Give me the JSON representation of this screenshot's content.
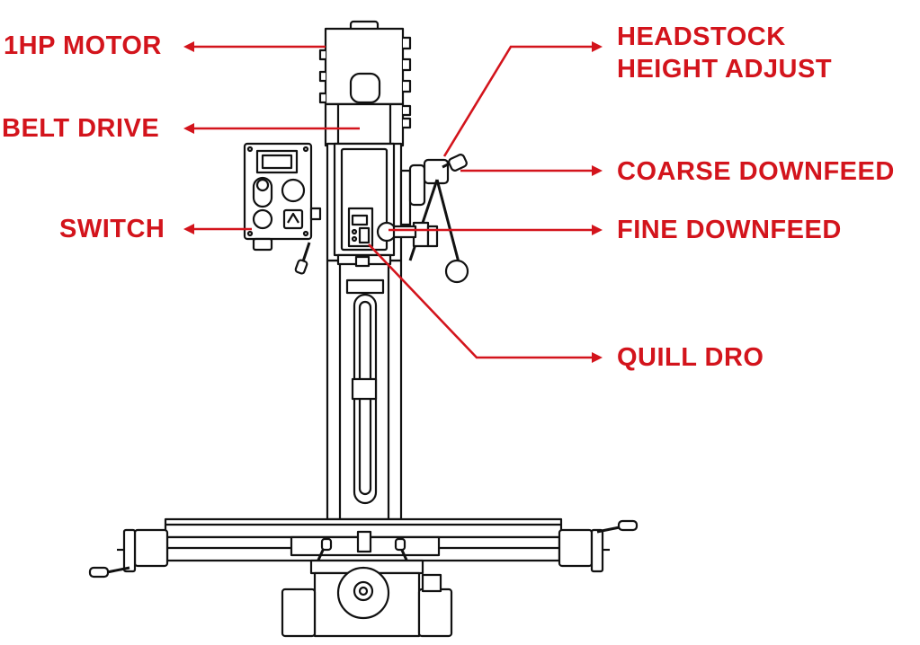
{
  "diagram": {
    "labels": {
      "motor": "1HP MOTOR",
      "belt_drive": "BELT DRIVE",
      "switch": "SWITCH",
      "headstock_line1": "HEADSTOCK",
      "headstock_line2": "HEIGHT ADJUST",
      "coarse_downfeed": "COARSE DOWNFEED",
      "fine_downfeed": "FINE DOWNFEED",
      "quill_dro": "QUILL DRO"
    },
    "colors": {
      "callout": "#d3141c",
      "drawing_line": "#111111",
      "background": "#ffffff"
    }
  }
}
